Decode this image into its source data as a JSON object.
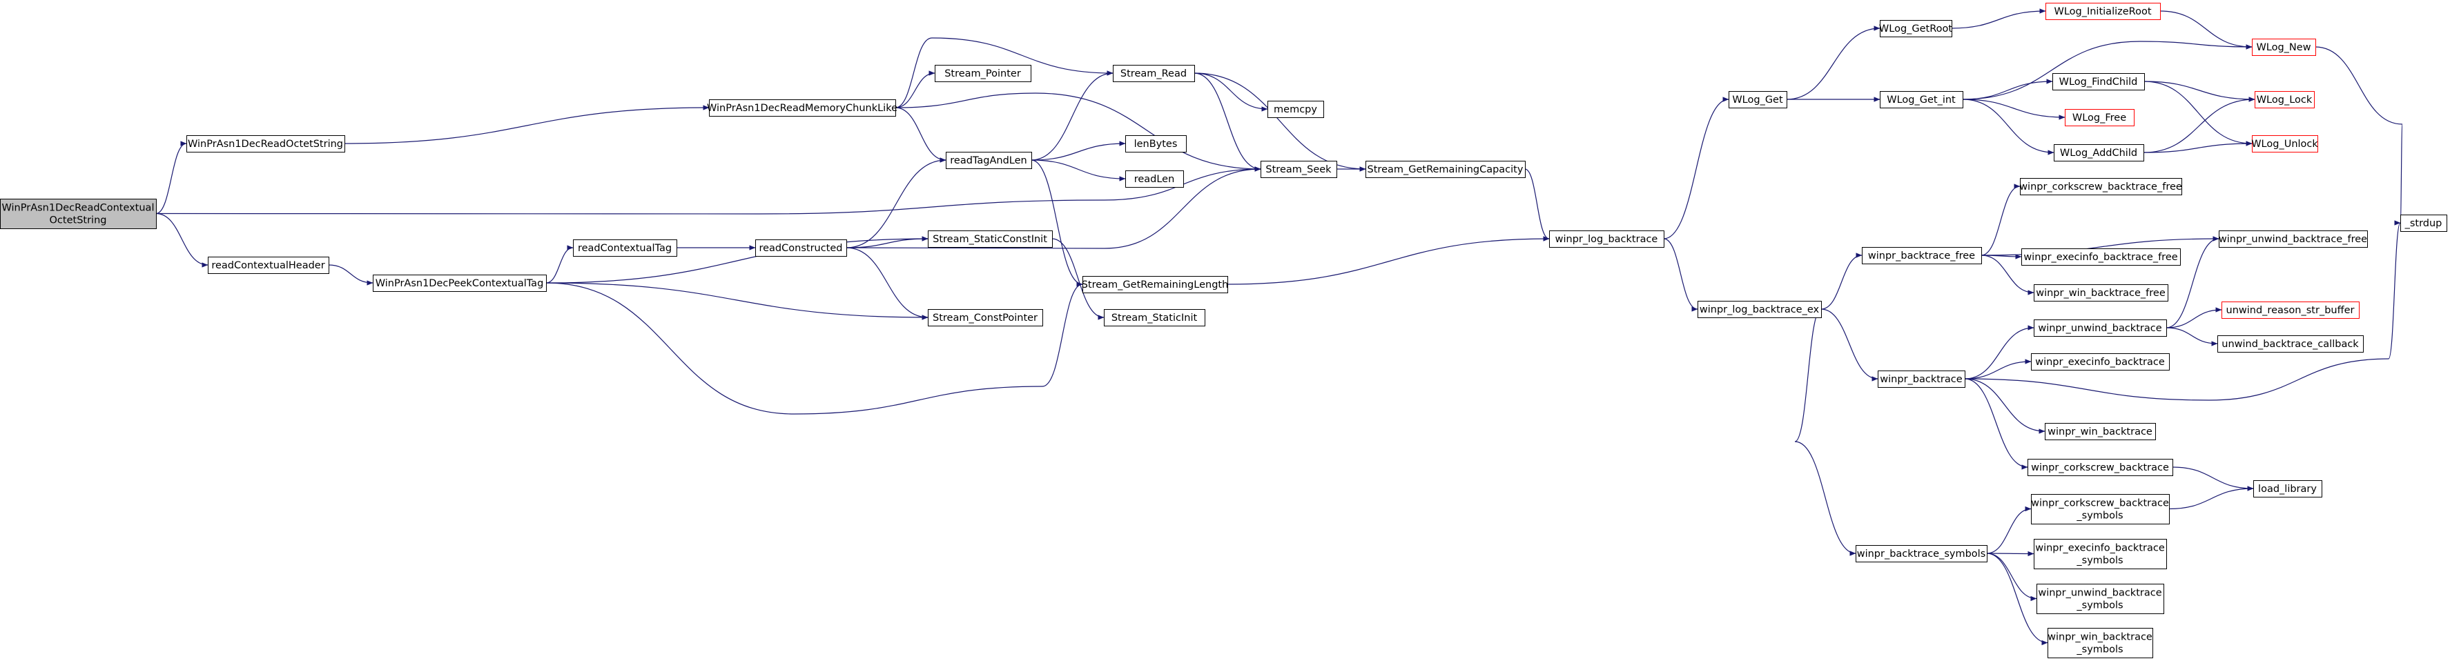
{
  "colors": {
    "edge": "#191970",
    "node_border": "#000000",
    "node_border_truncated": "#ff0000",
    "node_fill": "#ffffff",
    "root_fill": "#bfbfbf"
  },
  "nodes": [
    {
      "id": "root",
      "lines": [
        "WinPrAsn1DecReadContextual",
        "OctetString"
      ],
      "root": true
    },
    {
      "id": "readOctetString",
      "lines": [
        "WinPrAsn1DecReadOctetString"
      ]
    },
    {
      "id": "readContextualHeader",
      "lines": [
        "readContextualHeader"
      ]
    },
    {
      "id": "readMemoryChunkLike",
      "lines": [
        "WinPrAsn1DecReadMemoryChunkLike"
      ]
    },
    {
      "id": "peekContextualTag",
      "lines": [
        "WinPrAsn1DecPeekContextualTag"
      ]
    },
    {
      "id": "readContextualTag",
      "lines": [
        "readContextualTag"
      ]
    },
    {
      "id": "readConstructed",
      "lines": [
        "readConstructed"
      ]
    },
    {
      "id": "streamPointer",
      "lines": [
        "Stream_Pointer"
      ]
    },
    {
      "id": "readTagAndLen",
      "lines": [
        "readTagAndLen"
      ]
    },
    {
      "id": "streamStaticConstInit",
      "lines": [
        "Stream_StaticConstInit"
      ]
    },
    {
      "id": "streamConstPointer",
      "lines": [
        "Stream_ConstPointer"
      ]
    },
    {
      "id": "streamRead",
      "lines": [
        "Stream_Read"
      ]
    },
    {
      "id": "memcpy",
      "lines": [
        "memcpy"
      ]
    },
    {
      "id": "lenBytes",
      "lines": [
        "lenBytes"
      ]
    },
    {
      "id": "readLen",
      "lines": [
        "readLen"
      ]
    },
    {
      "id": "streamSeek",
      "lines": [
        "Stream_Seek"
      ]
    },
    {
      "id": "streamGetRemainingLength",
      "lines": [
        "Stream_GetRemainingLength"
      ]
    },
    {
      "id": "streamStaticInit",
      "lines": [
        "Stream_StaticInit"
      ]
    },
    {
      "id": "streamGetRemainingCapacity",
      "lines": [
        "Stream_GetRemainingCapacity"
      ]
    },
    {
      "id": "winprLogBacktrace",
      "lines": [
        "winpr_log_backtrace"
      ]
    },
    {
      "id": "wlogGet",
      "lines": [
        "WLog_Get"
      ]
    },
    {
      "id": "winprLogBacktraceEx",
      "lines": [
        "winpr_log_backtrace_ex"
      ]
    },
    {
      "id": "wlogGetRoot",
      "lines": [
        "WLog_GetRoot"
      ]
    },
    {
      "id": "wlogGetInt",
      "lines": [
        "WLog_Get_int"
      ]
    },
    {
      "id": "winprBacktraceFree",
      "lines": [
        "winpr_backtrace_free"
      ]
    },
    {
      "id": "winprBacktrace",
      "lines": [
        "winpr_backtrace"
      ]
    },
    {
      "id": "winprBacktraceSymbols",
      "lines": [
        "winpr_backtrace_symbols"
      ]
    },
    {
      "id": "wlogInitializeRoot",
      "lines": [
        "WLog_InitializeRoot"
      ],
      "truncated": true
    },
    {
      "id": "wlogFindChild",
      "lines": [
        "WLog_FindChild"
      ]
    },
    {
      "id": "wlogFree",
      "lines": [
        "WLog_Free"
      ],
      "truncated": true
    },
    {
      "id": "wlogAddChild",
      "lines": [
        "WLog_AddChild"
      ]
    },
    {
      "id": "corkscrewBacktraceFree",
      "lines": [
        "winpr_corkscrew_backtrace_free"
      ]
    },
    {
      "id": "execinfoBacktraceFree",
      "lines": [
        "winpr_execinfo_backtrace_free"
      ]
    },
    {
      "id": "winBacktraceFree",
      "lines": [
        "winpr_win_backtrace_free"
      ]
    },
    {
      "id": "unwindBacktrace",
      "lines": [
        "winpr_unwind_backtrace"
      ]
    },
    {
      "id": "execinfoBacktrace",
      "lines": [
        "winpr_execinfo_backtrace"
      ]
    },
    {
      "id": "winBacktrace",
      "lines": [
        "winpr_win_backtrace"
      ]
    },
    {
      "id": "corkscrewBacktrace",
      "lines": [
        "winpr_corkscrew_backtrace"
      ]
    },
    {
      "id": "corkscrewBacktraceSymbols",
      "lines": [
        "winpr_corkscrew_backtrace",
        "_symbols"
      ]
    },
    {
      "id": "execinfoBacktraceSymbols",
      "lines": [
        "winpr_execinfo_backtrace",
        "_symbols"
      ]
    },
    {
      "id": "unwindBacktraceSymbols",
      "lines": [
        "winpr_unwind_backtrace",
        "_symbols"
      ]
    },
    {
      "id": "winBacktraceSymbols",
      "lines": [
        "winpr_win_backtrace",
        "_symbols"
      ]
    },
    {
      "id": "wlogNew",
      "lines": [
        "WLog_New"
      ],
      "truncated": true
    },
    {
      "id": "wlogLock",
      "lines": [
        "WLog_Lock"
      ],
      "truncated": true
    },
    {
      "id": "wlogUnlock",
      "lines": [
        "WLog_Unlock"
      ],
      "truncated": true
    },
    {
      "id": "unwindBacktraceFree",
      "lines": [
        "winpr_unwind_backtrace_free"
      ]
    },
    {
      "id": "unwindReasonStrBuffer",
      "lines": [
        "unwind_reason_str_buffer"
      ],
      "truncated": true
    },
    {
      "id": "unwindBacktraceCallback",
      "lines": [
        "unwind_backtrace_callback"
      ]
    },
    {
      "id": "loadLibrary",
      "lines": [
        "load_library"
      ]
    },
    {
      "id": "strdup",
      "lines": [
        "_strdup"
      ]
    }
  ],
  "edges": [
    [
      "root",
      "readOctetString"
    ],
    [
      "root",
      "streamSeek"
    ],
    [
      "root",
      "readContextualHeader"
    ],
    [
      "readOctetString",
      "readMemoryChunkLike"
    ],
    [
      "readMemoryChunkLike",
      "streamRead"
    ],
    [
      "readMemoryChunkLike",
      "streamPointer"
    ],
    [
      "readMemoryChunkLike",
      "streamSeek"
    ],
    [
      "readMemoryChunkLike",
      "readTagAndLen"
    ],
    [
      "readContextualHeader",
      "peekContextualTag"
    ],
    [
      "peekContextualTag",
      "readContextualTag"
    ],
    [
      "peekContextualTag",
      "streamStaticConstInit"
    ],
    [
      "peekContextualTag",
      "streamConstPointer"
    ],
    [
      "peekContextualTag",
      "streamGetRemainingLength"
    ],
    [
      "readContextualTag",
      "readConstructed"
    ],
    [
      "readConstructed",
      "readTagAndLen"
    ],
    [
      "readConstructed",
      "streamSeek"
    ],
    [
      "readConstructed",
      "streamStaticConstInit"
    ],
    [
      "readConstructed",
      "streamConstPointer"
    ],
    [
      "readTagAndLen",
      "streamRead"
    ],
    [
      "readTagAndLen",
      "lenBytes"
    ],
    [
      "readTagAndLen",
      "readLen"
    ],
    [
      "readTagAndLen",
      "streamGetRemainingLength"
    ],
    [
      "streamRead",
      "memcpy"
    ],
    [
      "streamRead",
      "streamSeek"
    ],
    [
      "streamRead",
      "streamGetRemainingCapacity"
    ],
    [
      "streamSeek",
      "streamGetRemainingCapacity"
    ],
    [
      "streamStaticConstInit",
      "streamStaticInit"
    ],
    [
      "streamGetRemainingLength",
      "winprLogBacktrace"
    ],
    [
      "streamGetRemainingCapacity",
      "winprLogBacktrace"
    ],
    [
      "winprLogBacktrace",
      "wlogGet"
    ],
    [
      "winprLogBacktrace",
      "winprLogBacktraceEx"
    ],
    [
      "wlogGet",
      "wlogGetRoot"
    ],
    [
      "wlogGet",
      "wlogGetInt"
    ],
    [
      "wlogGetRoot",
      "wlogInitializeRoot"
    ],
    [
      "wlogInitializeRoot",
      "wlogNew"
    ],
    [
      "wlogGetInt",
      "wlogNew"
    ],
    [
      "wlogGetInt",
      "wlogFindChild"
    ],
    [
      "wlogGetInt",
      "wlogFree"
    ],
    [
      "wlogGetInt",
      "wlogAddChild"
    ],
    [
      "wlogFindChild",
      "wlogLock"
    ],
    [
      "wlogFindChild",
      "wlogUnlock"
    ],
    [
      "wlogAddChild",
      "wlogLock"
    ],
    [
      "wlogAddChild",
      "wlogUnlock"
    ],
    [
      "wlogNew",
      "strdup"
    ],
    [
      "winprLogBacktraceEx",
      "winprBacktraceFree"
    ],
    [
      "winprLogBacktraceEx",
      "winprBacktrace"
    ],
    [
      "winprLogBacktraceEx",
      "winprBacktraceSymbols"
    ],
    [
      "winprBacktraceFree",
      "corkscrewBacktraceFree"
    ],
    [
      "winprBacktraceFree",
      "unwindBacktraceFree"
    ],
    [
      "winprBacktraceFree",
      "execinfoBacktraceFree"
    ],
    [
      "winprBacktraceFree",
      "winBacktraceFree"
    ],
    [
      "winprBacktrace",
      "unwindBacktrace"
    ],
    [
      "winprBacktrace",
      "execinfoBacktrace"
    ],
    [
      "winprBacktrace",
      "winBacktrace"
    ],
    [
      "winprBacktrace",
      "corkscrewBacktrace"
    ],
    [
      "winprBacktrace",
      "strdup"
    ],
    [
      "unwindBacktrace",
      "unwindBacktraceFree"
    ],
    [
      "unwindBacktrace",
      "unwindReasonStrBuffer"
    ],
    [
      "unwindBacktrace",
      "unwindBacktraceCallback"
    ],
    [
      "corkscrewBacktrace",
      "loadLibrary"
    ],
    [
      "winprBacktraceSymbols",
      "corkscrewBacktraceSymbols"
    ],
    [
      "winprBacktraceSymbols",
      "execinfoBacktraceSymbols"
    ],
    [
      "winprBacktraceSymbols",
      "unwindBacktraceSymbols"
    ],
    [
      "winprBacktraceSymbols",
      "winBacktraceSymbols"
    ],
    [
      "corkscrewBacktraceSymbols",
      "loadLibrary"
    ]
  ]
}
